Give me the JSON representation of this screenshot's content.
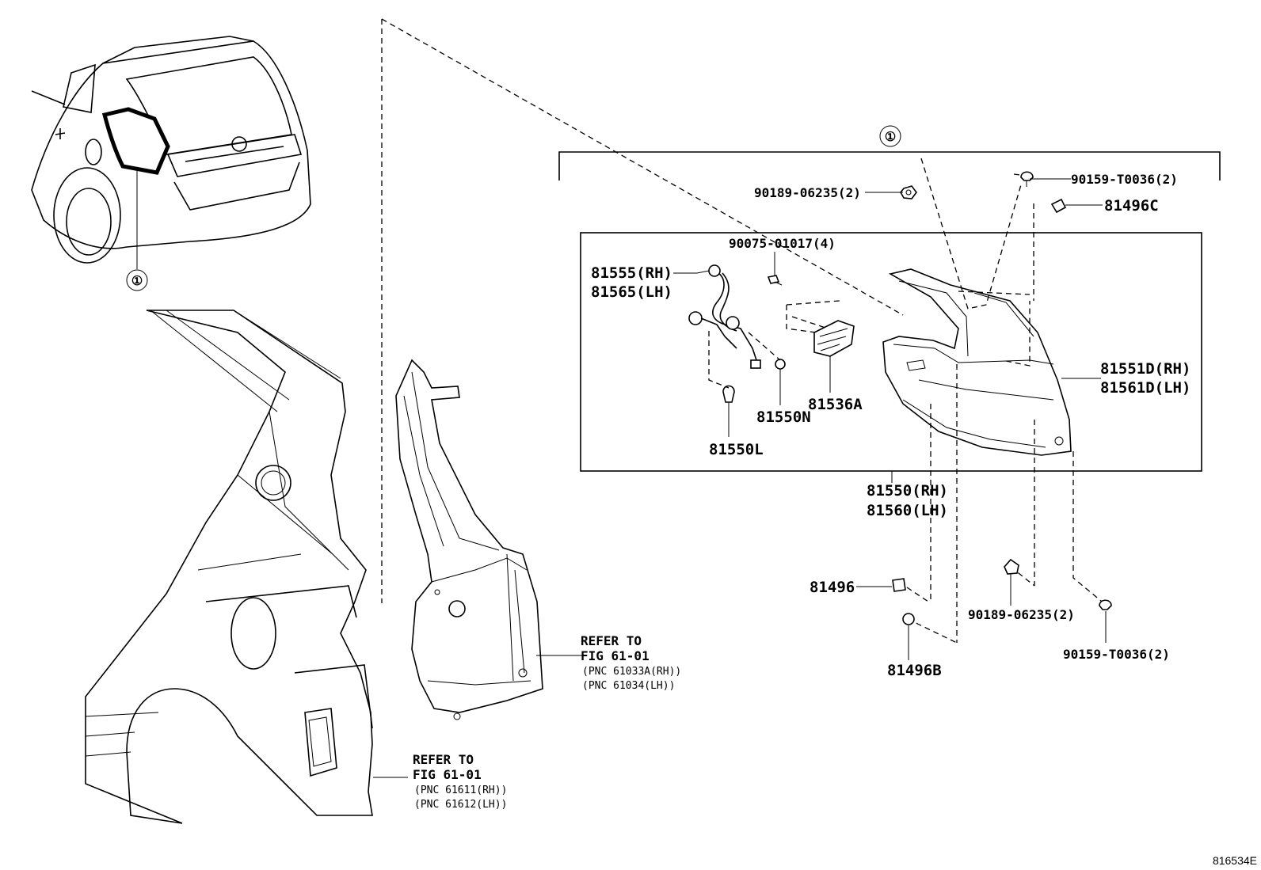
{
  "diagram_id": "816534E",
  "callout_symbol": "①",
  "labels": {
    "nut_top": "90189-06235(2)",
    "screw_top": "90159-T0036(2)",
    "clip_c": "81496C",
    "screw_4": "90075-01017(4)",
    "socket_rh": "81555(RH)",
    "socket_lh": "81565(LH)",
    "lens_rh": "81551D(RH)",
    "lens_lh": "81561D(LH)",
    "bulb_n": "81550N",
    "bulb_l": "81550L",
    "reflector": "81536A",
    "lamp_rh": "81550(RH)",
    "lamp_lh": "81560(LH)",
    "clip": "81496",
    "clip_b": "81496B",
    "nut_bottom": "90189-06235(2)",
    "screw_bottom": "90159-T0036(2)"
  },
  "refs": {
    "upper": {
      "refer": "REFER TO",
      "fig": "FIG 61-01",
      "pnc_rh": "(PNC 61033A(RH))",
      "pnc_lh": "(PNC 61034(LH))"
    },
    "lower": {
      "refer": "REFER TO",
      "fig": "FIG 61-01",
      "pnc_rh": "(PNC 61611(RH))",
      "pnc_lh": "(PNC 61612(LH))"
    }
  }
}
